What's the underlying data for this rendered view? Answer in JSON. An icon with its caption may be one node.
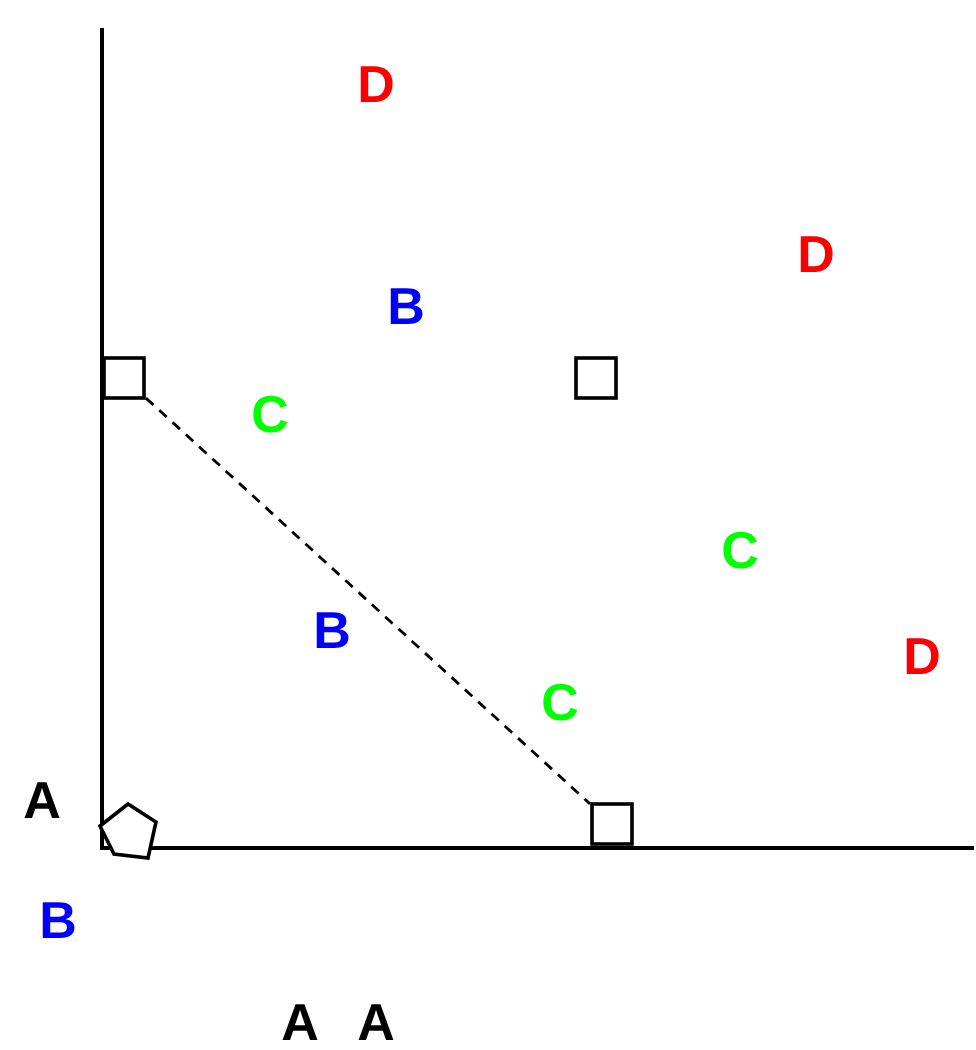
{
  "diagram": {
    "nodes": [
      {
        "text": [],
        "shape": "box"
      },
      {
        "text": [],
        "shape": "box"
      },
      {
        "text": [],
        "shape": "box"
      },
      {
        "text": [],
        "shape": "pentagon"
      }
    ],
    "edges": [
      {
        "from": 0,
        "to": 2,
        "arrow": "none",
        "style": "dashed"
      }
    ],
    "labels": [
      "D",
      "D",
      "B",
      "C",
      "C",
      "B",
      "D",
      "C",
      "A",
      "B",
      "A",
      "A"
    ]
  }
}
